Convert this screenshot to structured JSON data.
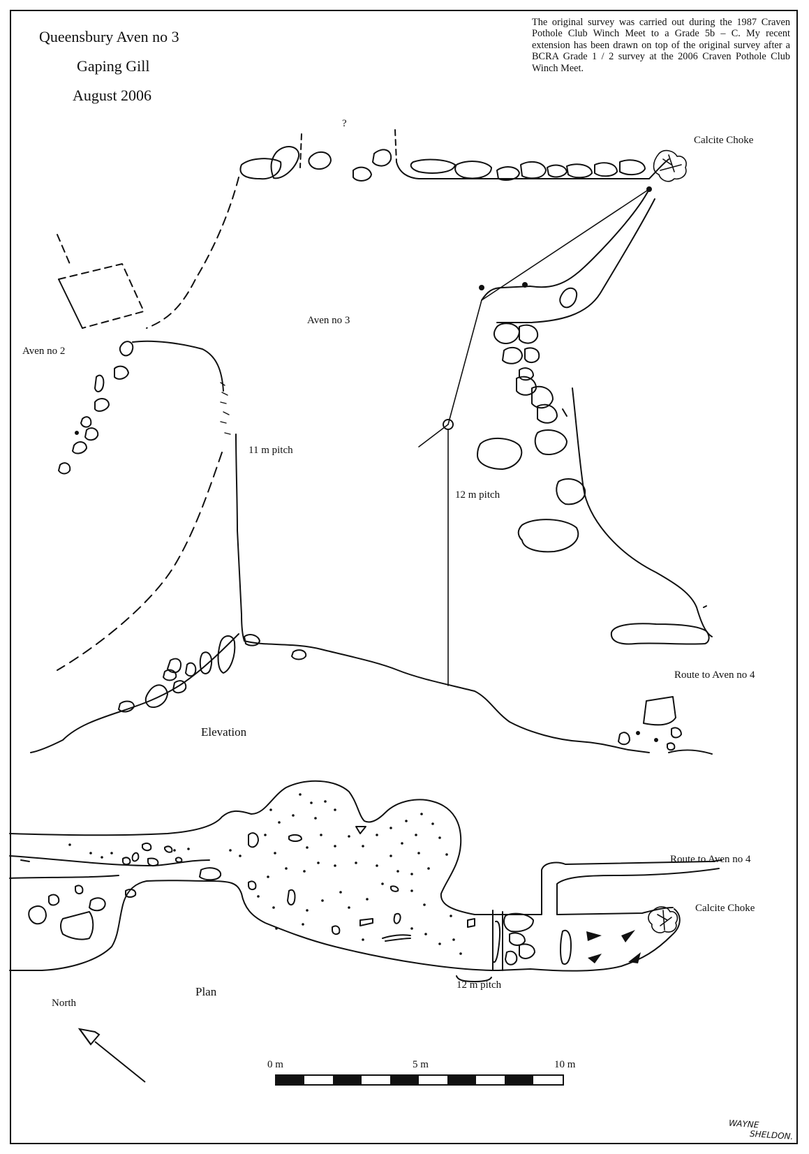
{
  "title": {
    "line1": "Queensbury Aven no 3",
    "line2": "Gaping Gill",
    "line3": "August 2006"
  },
  "survey_note": "The original survey was carried out during the 1987 Craven Pothole Club Winch Meet to a Grade 5b – C. My recent extension has been drawn on top of the original survey after a BCRA Grade 1 / 2 survey at the 2006 Craven Pothole Club Winch Meet.",
  "elevation": {
    "label": "Elevation",
    "question_mark": "?",
    "calcite_choke": "Calcite Choke",
    "aven2": "Aven no 2",
    "aven3": "Aven no 3",
    "pitch11": "11 m pitch",
    "pitch12": "12 m pitch",
    "route_aven4": "Route to Aven no 4"
  },
  "plan": {
    "label": "Plan",
    "route_aven4": "Route to Aven no 4",
    "calcite_choke": "Calcite Choke",
    "pitch12": "12 m pitch"
  },
  "north": "North",
  "scale": {
    "label0": "0 m",
    "label5": "5 m",
    "label10": "10 m"
  },
  "signature": {
    "line1": "WAYNE",
    "line2": "SHELDON."
  },
  "colors": {
    "ink": "#111111",
    "paper": "#ffffff"
  }
}
